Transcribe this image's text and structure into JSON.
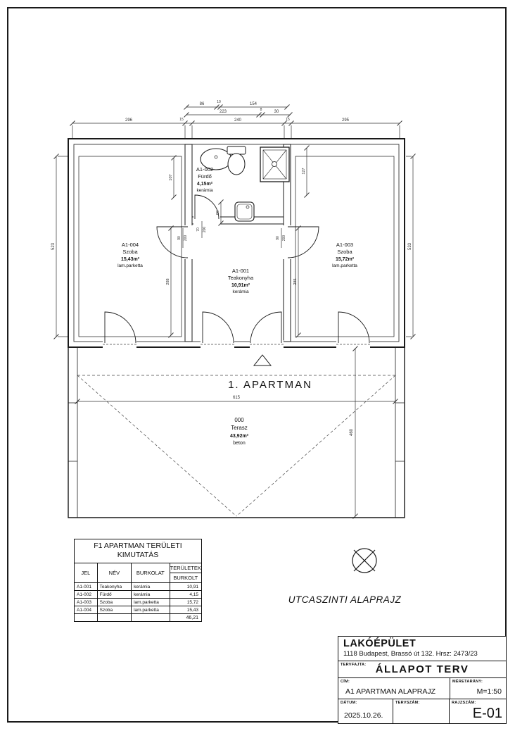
{
  "drawing": {
    "apartment_label": "1. APARTMAN",
    "caption": "UTCASZINTI ALAPRAJZ",
    "rooms": {
      "szoba_left": {
        "id": "A1-004",
        "name": "Szoba",
        "area": "15,43m²",
        "floor": "lam.parketta"
      },
      "teakonyha": {
        "id": "A1-001",
        "name": "Teakonyha",
        "area": "10,91m²",
        "floor": "kerámia"
      },
      "szoba_right": {
        "id": "A1-003",
        "name": "Szoba",
        "area": "15,72m²",
        "floor": "lam.parketta"
      },
      "furdo": {
        "id": "A1-002",
        "name": "Fürdő",
        "area": "4,15m²",
        "floor": "kerámia"
      },
      "terasz": {
        "id": "000",
        "name": "Terasz",
        "area": "43,92m²",
        "floor": "beton"
      }
    },
    "dims": {
      "t1a": "86",
      "t1b": "10",
      "t1c": "154",
      "t2a": "223",
      "t2b": "8",
      "t2c": "30",
      "t3a": "296",
      "t3b": "15",
      "t3c": "240",
      "t3d": "15",
      "t3e": "295",
      "left_total": "523",
      "right_total": "533",
      "in_left": "107",
      "in_right": "127",
      "sink": "60",
      "door_bath_w": "70",
      "door_bath_h": "200",
      "door_l_w": "90",
      "door_l_h": "200",
      "door_r_w": "90",
      "door_r_h": "200",
      "seg_left": "288",
      "seg_right": "285",
      "terrace_w": "615",
      "terrace_d": "460"
    }
  },
  "table": {
    "title_line1": "F1 APARTMAN TERÜLETI",
    "title_line2": "KIMUTATÁS",
    "col_jel": "JEL",
    "col_nev": "NÉV",
    "col_burkolat": "BURKOLAT",
    "col_teruletek": "TERÜLETEK",
    "col_burkolt": "BURKOLT",
    "rows": [
      {
        "jel": "A1-001",
        "nev": "Teakonyha",
        "burkolat": "kerámia",
        "terulet": "10,91"
      },
      {
        "jel": "A1-002",
        "nev": "Fürdő",
        "burkolat": "kerámia",
        "terulet": "4,15"
      },
      {
        "jel": "A1-003",
        "nev": "Szoba",
        "burkolat": "lam.parketta",
        "terulet": "15,72"
      },
      {
        "jel": "A1-004",
        "nev": "Szoba",
        "burkolat": "lam.parketta",
        "terulet": "15,43"
      }
    ],
    "total": "46,21"
  },
  "titleblock": {
    "building": "LAKÓÉPÜLET",
    "address": "1118 Budapest, Brassó út 132. Hrsz: 2473/23",
    "tervfajta_label": "TERVFAJTA:",
    "tervfajta": "ÁLLAPOT TERV",
    "cim_label": "CÍM:",
    "cim": "A1 APARTMAN ALAPRAJZ",
    "meretarany_label": "MÉRETARÁNY:",
    "meretarany": "M=1:50",
    "datum_label": "DÁTUM:",
    "datum": "2025.10.26.",
    "tervszam_label": "TERVSZÁM:",
    "rajzszam_label": "RAJZSZÁM:",
    "rajzszam": "E-01"
  }
}
